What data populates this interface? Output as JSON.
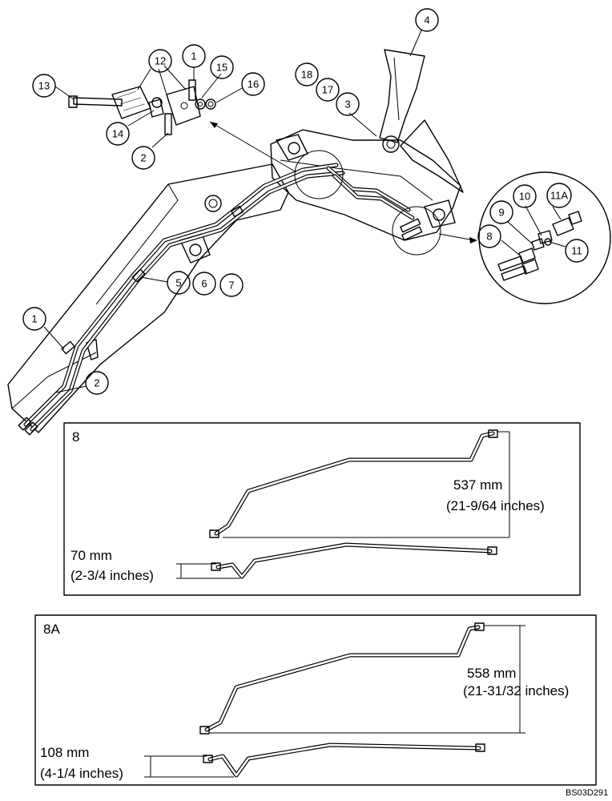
{
  "callouts": {
    "c13": "13",
    "c12": "12",
    "c1_top": "1",
    "c15": "15",
    "c16": "16",
    "c14": "14",
    "c2_top": "2",
    "c4": "4",
    "c18": "18",
    "c17": "17",
    "c3": "3",
    "c9": "9",
    "c10": "10",
    "c11a": "11A",
    "c8": "8",
    "c11": "11",
    "c5": "5",
    "c6": "6",
    "c7": "7",
    "c1_left": "1",
    "c2_left": "2"
  },
  "panel_8": {
    "label": "8",
    "dim_long_mm": "537 mm",
    "dim_long_in": "(21-9/64 inches)",
    "dim_short_mm": "70 mm",
    "dim_short_in": "(2-3/4 inches)"
  },
  "panel_8a": {
    "label": "8A",
    "dim_long_mm": "558 mm",
    "dim_long_in": "(21-31/32 inches)",
    "dim_short_mm": "108 mm",
    "dim_short_in": "(4-1/4 inches)"
  },
  "drawing_code": "BS03D291"
}
